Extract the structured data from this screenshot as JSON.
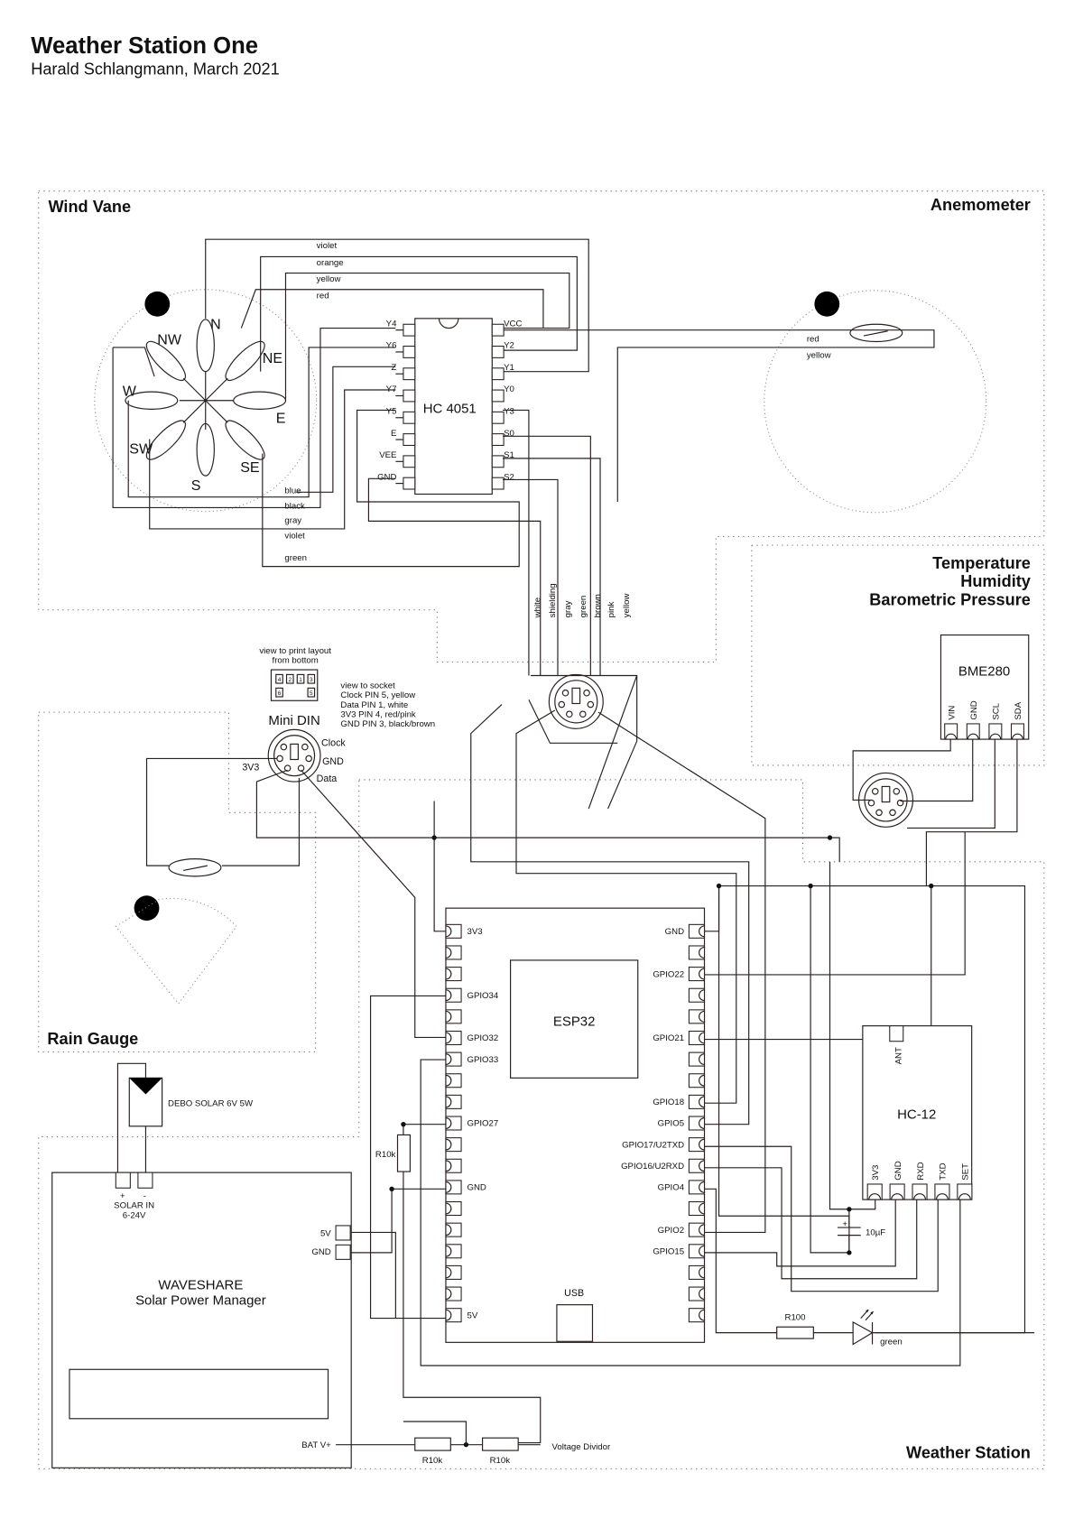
{
  "header": {
    "title": "Weather Station One",
    "subtitle": "Harald Schlangmann, March 2021"
  },
  "sections": {
    "wind_vane": "Wind Vane",
    "anemometer": "Anemometer",
    "thp": [
      "Temperature",
      "Humidity",
      "Barometric Pressure"
    ],
    "rain_gauge": "Rain Gauge",
    "weather_station": "Weather Station"
  },
  "wind_vane": {
    "directions": [
      "N",
      "NE",
      "E",
      "SE",
      "S",
      "SW",
      "W",
      "NW"
    ],
    "top_wires": [
      "violet",
      "orange",
      "yellow",
      "red"
    ],
    "bottom_wires": [
      "blue",
      "black",
      "gray",
      "violet",
      "green"
    ]
  },
  "mux": {
    "name": "HC 4051",
    "left_pins": [
      "Y4",
      "Y6",
      "Z",
      "Y7",
      "Y5",
      "E",
      "VEE",
      "GND"
    ],
    "right_pins": [
      "VCC",
      "Y2",
      "Y1",
      "Y0",
      "Y3",
      "S0",
      "S1",
      "S2"
    ]
  },
  "anemometer": {
    "wires": [
      "red",
      "yellow"
    ]
  },
  "cable": {
    "wires": [
      "white",
      "shielding",
      "gray",
      "green",
      "brown",
      "pink",
      "yellow"
    ]
  },
  "minidin": {
    "print_note": [
      "view to print layout",
      "from bottom"
    ],
    "print_pins_top": [
      "4",
      "2",
      "1",
      "3"
    ],
    "print_pins_bottom": [
      "6",
      "5"
    ],
    "socket_note": [
      "view to socket",
      "Clock PIN 5, yellow",
      "Data PIN 1, white",
      "3V3 PIN 4, red/pink",
      "GND PIN 3, black/brown"
    ],
    "title": "Mini DIN",
    "labels": {
      "clock": "Clock",
      "gnd": "GND",
      "data": "Data",
      "v33": "3V3"
    },
    "pin_numbers": [
      "6",
      "5",
      "4",
      "3",
      "2",
      "1"
    ]
  },
  "bme280": {
    "name": "BME280",
    "pins": [
      "VIN",
      "GND",
      "SCL",
      "SDA"
    ]
  },
  "esp32": {
    "name": "ESP32",
    "usb": "USB",
    "left_pins": [
      "3V3",
      "",
      "",
      "GPIO34",
      "",
      "GPIO32",
      "GPIO33",
      "",
      "",
      "GPIO27",
      "",
      "",
      "GND",
      "",
      "",
      "",
      "",
      "",
      "5V"
    ],
    "right_pins": [
      "GND",
      "",
      "GPIO22",
      "",
      "",
      "GPIO21",
      "",
      "",
      "GPIO18",
      "GPIO5",
      "GPIO17/U2TXD",
      "GPIO16/U2RXD",
      "GPIO4",
      "",
      "GPIO2",
      "GPIO15",
      "",
      "",
      ""
    ]
  },
  "hc12": {
    "name": "HC-12",
    "ant": "ANT",
    "pins": [
      "3V3",
      "GND",
      "RXD",
      "TXD",
      "SET"
    ]
  },
  "components": {
    "capacitor": "10µF",
    "r_pullup": "R10k",
    "r100": "R100",
    "led_color": "green",
    "divider_r1": "R10k",
    "divider_r2": "R10k",
    "divider_label": "Voltage Dividor",
    "solar_panel": "DEBO SOLAR 6V 5W"
  },
  "power_manager": {
    "name_line1": "WAVESHARE",
    "name_line2": "Solar Power Manager",
    "solar_plus": "+",
    "solar_minus": "-",
    "solar_in": "SOLAR  IN",
    "solar_range": "6-24V",
    "pin_5v": "5V",
    "pin_gnd": "GND",
    "bat": "BAT V+"
  }
}
